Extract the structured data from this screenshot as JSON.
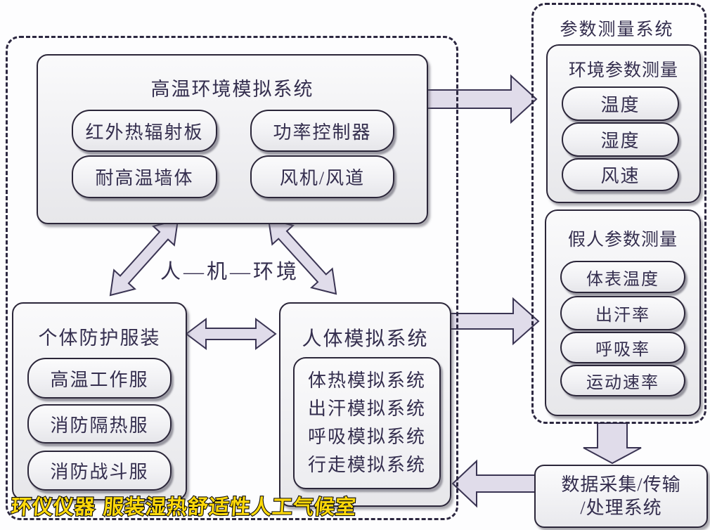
{
  "watermark": "环仪仪器 服装湿热舒适性人工气候室",
  "left_group": {
    "hot_env": {
      "title": "高温环境模拟系统",
      "items": [
        "红外热辐射板",
        "功率控制器",
        "耐高温墙体",
        "风机/风道"
      ]
    },
    "center_label": "人—机—环境",
    "ppe": {
      "title": "个体防护服装",
      "items": [
        "高温工作服",
        "消防隔热服",
        "消防战斗服"
      ]
    },
    "human_sim": {
      "title": "人体模拟系统",
      "items": [
        "体热模拟系统",
        "出汗模拟系统",
        "呼吸模拟系统",
        "行走模拟系统"
      ]
    }
  },
  "right_group": {
    "title": "参数测量系统",
    "env_measure": {
      "title": "环境参数测量",
      "items": [
        "温度",
        "湿度",
        "风速"
      ]
    },
    "manikin_measure": {
      "title": "假人参数测量",
      "items": [
        "体表温度",
        "出汗率",
        "呼吸率",
        "运动速率"
      ]
    },
    "data_system": {
      "line1": "数据采集/传输",
      "line2": "/处理系统"
    }
  },
  "connections": [
    {
      "name": "hot-env-to-measurement",
      "type": "arrow-right"
    },
    {
      "name": "human-sim-to-manikin-measure",
      "type": "arrow-right"
    },
    {
      "name": "measurement-to-data-system",
      "type": "arrow-down"
    },
    {
      "name": "data-system-to-human-sim",
      "type": "arrow-left"
    },
    {
      "name": "ppe-human-sim",
      "type": "arrow-double-horizontal"
    },
    {
      "name": "hot-env-ppe",
      "type": "arrow-double-diagonal"
    },
    {
      "name": "hot-env-human-sim",
      "type": "arrow-double-diagonal"
    }
  ],
  "colors": {
    "border_dark": "#2b2639",
    "text": "#342e4e",
    "arrow_fill": "#e0dcea",
    "watermark_yellow": "#ffd90a",
    "panel_fill": "#efeff2"
  }
}
